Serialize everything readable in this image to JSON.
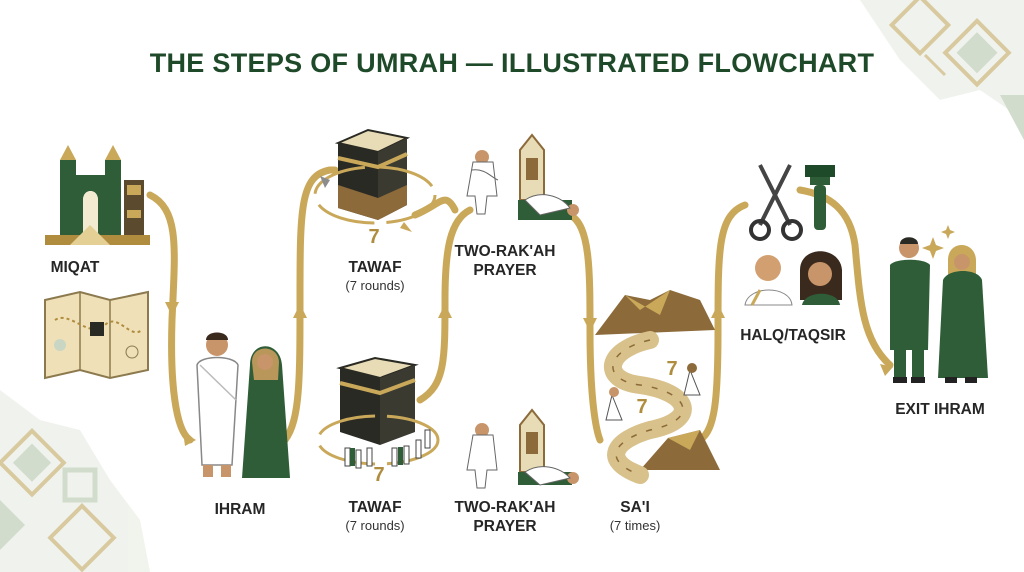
{
  "title": "THE STEPS OF UMRAH — ILLUSTRATED FLOWCHART",
  "colors": {
    "path": "#c9a85a",
    "path_dark": "#b08d3e",
    "green": "#2f5d38",
    "dark_green": "#1f4a2a",
    "gold": "#c9a85a",
    "light_green": "#c9d6c4",
    "kaaba": "#2a2a24",
    "skin": "#c8956a"
  },
  "steps": [
    {
      "label": "MIQAT",
      "sub": ""
    },
    {
      "label": "IHRAM",
      "sub": ""
    },
    {
      "label": "TAWAF",
      "sub": "(7 rounds)"
    },
    {
      "label": "TWO-RAK'AH PRAYER",
      "sub": ""
    },
    {
      "label": "TAWAF",
      "sub": "(7 rounds)"
    },
    {
      "label": "TWO-RAK'AH PRAYER",
      "sub": ""
    },
    {
      "label": "SA'I",
      "sub": "(7 times)"
    },
    {
      "label": "HALQ/TAQSIR",
      "sub": ""
    },
    {
      "label": "EXIT IHRAM",
      "sub": ""
    }
  ],
  "circuit_count": "7",
  "icons": [
    "mosque-gate-icon",
    "map-icon",
    "kaaba-icon",
    "prayer-icon",
    "mountain-path-icon",
    "scissors-icon",
    "razor-icon",
    "pilgrims-icon"
  ]
}
